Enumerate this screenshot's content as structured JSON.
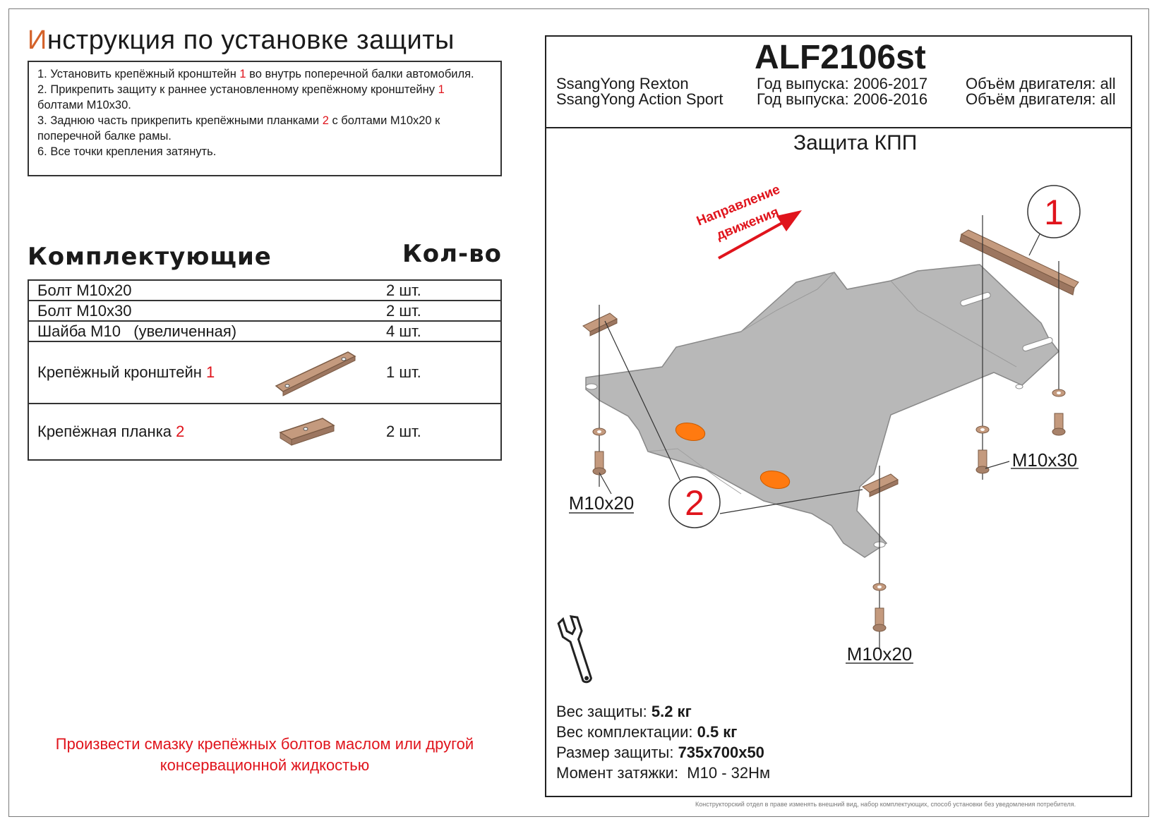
{
  "title_first": "И",
  "title_rest": "нструкция по установке защиты",
  "instructions": [
    {
      "pre": "1. Установить крепёжный кронштейн ",
      "num": "1",
      "post": " во внутрь поперечной балки автомобиля."
    },
    {
      "pre": "2. Прикрепить защиту к раннее установленному крепёжному кронштейну ",
      "num": "1",
      "post": " болтами М10х30."
    },
    {
      "pre": "3. Заднюю часть прикрепить крепёжными планками ",
      "num": "2",
      "post": " с болтами М10х20 к поперечной балке рамы."
    },
    {
      "pre": "6. Все точки крепления затянуть.",
      "num": "",
      "post": ""
    }
  ],
  "parts_heading": "Комплектующие",
  "qty_heading": "Кол-во",
  "parts": [
    {
      "name": "Болт М10х20",
      "num": "",
      "qty": "2 шт."
    },
    {
      "name": "Болт М10х30",
      "num": "",
      "qty": "2 шт."
    },
    {
      "name": "Шайба М10   (увеличенная)",
      "num": "",
      "qty": "4 шт."
    },
    {
      "name": "Крепёжный кронштейн ",
      "num": "1",
      "qty": "1 шт."
    },
    {
      "name": "Крепёжная планка ",
      "num": "2",
      "qty": "2 шт."
    }
  ],
  "grease_note": [
    "Произвести смазку крепёжных болтов маслом или другой",
    "консервационной жидкостью"
  ],
  "product_code": "ALF2106st",
  "cars": [
    {
      "model": "SsangYong Rexton",
      "year": "Год выпуска: 2006-2017",
      "engine": "Объём двигателя: all"
    },
    {
      "model": "SsangYong Action Sport",
      "year": "Год выпуска: 2006-2016",
      "engine": "Объём двигателя: all"
    }
  ],
  "sheet_title": "Защита КПП",
  "direction_label": [
    "Направление",
    "движения"
  ],
  "callouts": {
    "bracket": "1",
    "plate": "2"
  },
  "bolt_labels": {
    "left": "M10x20",
    "right": "M10x30",
    "bottom": "M10x20"
  },
  "specs": [
    {
      "label": "Вес защиты: ",
      "value": "5.2 кг"
    },
    {
      "label": "Вес комплектации: ",
      "value": "0.5 кг"
    },
    {
      "label": "Размер защиты: ",
      "value": "735х700х50"
    },
    {
      "label": "Момент затяжки:  М10 - 32Нм",
      "value": ""
    }
  ],
  "disclaimer": "Конструкторский отдел в праве изменять внешний вид, набор комплектующих, способ установки без уведомления потребителя.",
  "colors": {
    "accent_red": "#e0141c",
    "title_orange": "#d4622a",
    "plate_gray": "#b8b8b8",
    "part_copper": "#c49a7e",
    "marker_orange": "#ff7a10"
  }
}
